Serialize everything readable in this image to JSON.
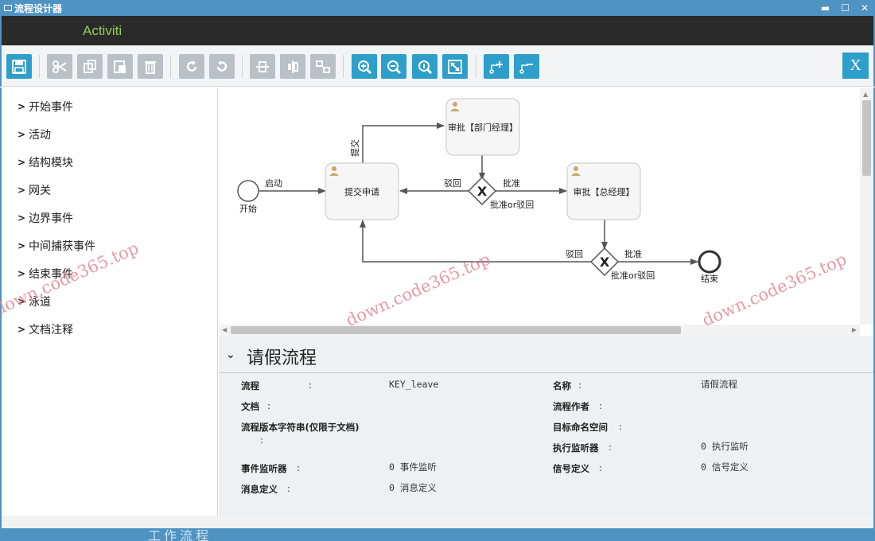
{
  "window": {
    "title": "流程设计器",
    "controls": {
      "minimize": "▬",
      "maximize": "☐",
      "close": "✕"
    }
  },
  "header": {
    "logo": "Activiti"
  },
  "toolbar": {
    "groups": [
      [
        "save-icon"
      ],
      [
        "cut-icon",
        "copy-icon",
        "paste-icon",
        "delete-icon"
      ],
      [
        "redo-icon",
        "undo-icon"
      ],
      [
        "align-horizontal-icon",
        "align-vertical-icon",
        "same-size-icon"
      ],
      [
        "zoom-in-icon",
        "zoom-out-icon",
        "zoom-actual-icon",
        "zoom-fit-icon"
      ],
      [
        "add-bendpoint-icon",
        "remove-bendpoint-icon"
      ]
    ],
    "close_label": "X"
  },
  "palette": {
    "items": [
      "开始事件",
      "活动",
      "结构模块",
      "网关",
      "边界事件",
      "中间捕获事件",
      "结束事件",
      "泳道",
      "文档注释"
    ]
  },
  "diagram": {
    "start_event": "开始",
    "end_event": "结束",
    "task_submit": "提交申请",
    "task_dept": "审批【部门经理】",
    "task_gm": "审批【总经理】",
    "flow_start": "启动",
    "flow_submit": "提交",
    "gw1_reject": "驳回",
    "gw1_approve": "批准",
    "gw1_label": "批准or驳回",
    "gw2_reject": "驳回",
    "gw2_approve": "批准",
    "gw2_label": "批准or驳回",
    "gateway_symbol": "X"
  },
  "properties": {
    "title": "请假流程",
    "fields": {
      "process_label": "流程",
      "process_value": "KEY_leave",
      "name_label": "名称",
      "name_value": "请假流程",
      "doc_label": "文档",
      "author_label": "流程作者",
      "version_label": "流程版本字符串(仅限于文档)",
      "namespace_label": "目标命名空间",
      "exec_listener_label": "执行监听器",
      "exec_listener_value": "0 执行监听",
      "event_listener_label": "事件监听器",
      "event_listener_value": "0 事件监听",
      "signal_label": "信号定义",
      "signal_value": "0 信号定义",
      "message_label": "消息定义",
      "message_value": "0 消息定义"
    },
    "colon": ":"
  },
  "bottom": {
    "text": "工作流程"
  },
  "watermark": "down.code365.top"
}
